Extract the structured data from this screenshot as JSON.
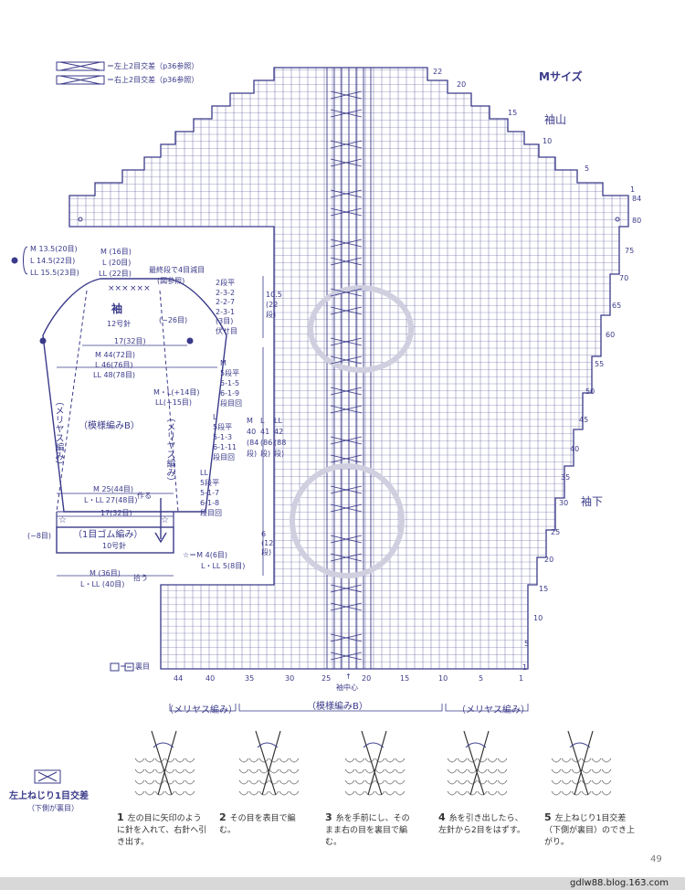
{
  "legend": {
    "left_cross": "＝左上2目交差（p36参照）",
    "right_cross": "＝右上2目交差（p36参照）",
    "knit_symbol": "＝",
    "purl_label": "裏目"
  },
  "chart": {
    "size_title": "Mサイズ",
    "cap_label": "袖山",
    "underarm_label": "袖下",
    "center_label": "袖中心",
    "stitch_numbers": [
      "44",
      "40",
      "35",
      "30",
      "25",
      "20",
      "15",
      "10",
      "5",
      "1"
    ],
    "row_numbers_right": [
      "22",
      "20",
      "15",
      "10",
      "5",
      "1",
      "84",
      "80",
      "75",
      "70",
      "65",
      "60",
      "55",
      "50",
      "45",
      "40",
      "35",
      "30",
      "25",
      "20",
      "15",
      "10",
      "5",
      "1"
    ],
    "bottom_sections": [
      "（メリヤス編み）",
      "（模様編みB）",
      "（メリヤス編み）"
    ]
  },
  "schematic": {
    "top_sizes": [
      "M 13.5(20目)",
      "L 14.5(22目)",
      "LL 15.5(23目)"
    ],
    "top_mid": [
      "M (16目)",
      "L (20目)",
      "LL (22目)"
    ],
    "bind_off_note": [
      "最終段で4目減目",
      "(図参照)"
    ],
    "title": "袖",
    "needle": "12号針",
    "cap_right": "(−26目)",
    "shoulder_width": "17(32目)",
    "body_width": [
      "M 44(72目)",
      "L 46(76目)",
      "LL 48(78目)"
    ],
    "left_side": "（メリヤス編み）",
    "right_side": "（メリヤス編み）",
    "center_pattern": "（模様編みB）",
    "increase_ml": [
      "M・L(+14目)",
      "LL(+15目)"
    ],
    "cuff_sizes": [
      "M 25(44目)",
      "L・LL 27(48目)"
    ],
    "cuff_width": "17(32目)",
    "start_label": "作る",
    "rib": "（1目ゴム編み）",
    "rib_needle": "10号針",
    "rib_left": "(−8目)",
    "star_note": [
      "☆＝M 4(6目)",
      "L・LL 5(8目)"
    ],
    "pickup": [
      "M (36目)",
      "L・LL (40目)"
    ],
    "pickup_label": "拾う",
    "cap_shaping": [
      "2段平",
      "2-3-2",
      "2-2-7",
      "2-3-1",
      "(3目)",
      "伏せ目"
    ],
    "cap_height": [
      "10.5",
      "(22",
      "段)"
    ],
    "m_shaping": [
      "M",
      "5段平",
      "5-1-5",
      "6-1-9",
      "段目回"
    ],
    "l_shaping": [
      "L",
      "5段平",
      "5-1-3",
      "6-1-11",
      "段目回"
    ],
    "ll_shaping": [
      "LL",
      "5段平",
      "5-1-7",
      "6-1-8",
      "段目回"
    ],
    "length_cols": [
      [
        "M",
        "40",
        "(84",
        "段)"
      ],
      [
        "L",
        "41",
        "(86",
        "段)"
      ],
      [
        "LL",
        "42",
        "(88",
        "段)"
      ]
    ],
    "rib_height": [
      "6",
      "(12",
      "段)"
    ]
  },
  "technique": {
    "title": "左上ねじり1目交差",
    "subtitle": "（下側が裏目）",
    "steps": [
      {
        "num": "1",
        "text": "左の目に矢印のように針を入れて、右針へ引き出す。"
      },
      {
        "num": "2",
        "text": "その目を表目で編む。"
      },
      {
        "num": "3",
        "text": "糸を手前にし、そのまま右の目を裏目で編む。"
      },
      {
        "num": "4",
        "text": "糸を引き出したら、左針から2目をはずす。"
      },
      {
        "num": "5",
        "text": "左上ねじり1目交差（下側が裏目）のでき上がり。"
      }
    ]
  },
  "page_number": "49",
  "watermark": "gdlw88.blog.163.com"
}
